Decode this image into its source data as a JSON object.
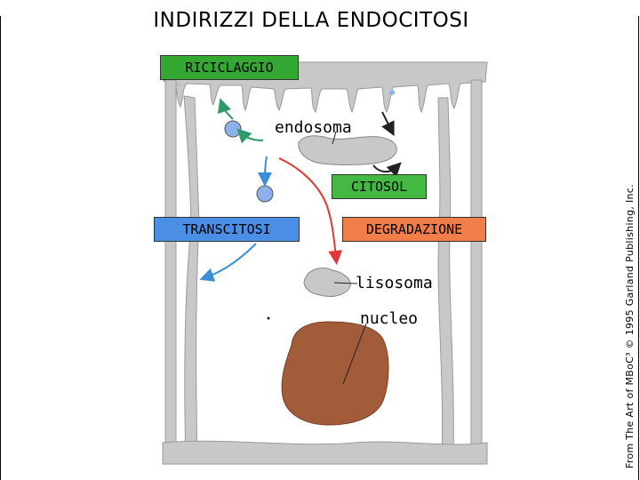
{
  "title": "INDIRIZZI DELLA ENDOCITOSI",
  "tags": {
    "recycling": "RICICLAGGIO",
    "cytosol": "CITOSOL",
    "transcytosis": "TRANSCITOSI",
    "degradation": "DEGRADAZIONE"
  },
  "labels": {
    "endosome": "endosoma",
    "lysosome": "lisosoma",
    "nucleus": "nucleo"
  },
  "credit": "From The Art of MBoC³ © 1995 Garland Publishing, Inc.",
  "colors": {
    "membrane": "#c8c8c8",
    "recycling_arrow": "#2e9a6a",
    "transcytosis_arrow": "#3a8fd8",
    "degradation_arrow": "#e03838",
    "vesicle": "#8eb0ea",
    "nucleus": "#a35c3a"
  }
}
